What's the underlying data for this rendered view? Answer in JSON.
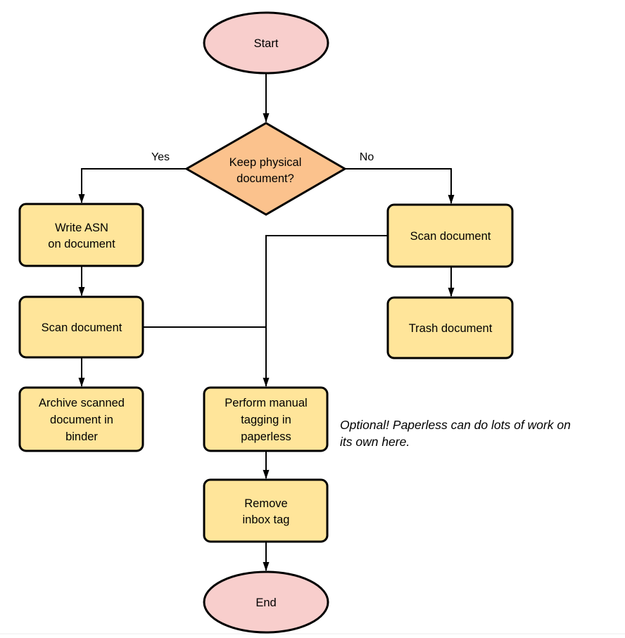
{
  "diagram": {
    "nodes": {
      "start": {
        "label": "Start"
      },
      "decision": {
        "lines": [
          "Keep physical",
          "document?"
        ]
      },
      "write_asn": {
        "lines": [
          "Write ASN",
          "on document"
        ]
      },
      "scan_left": {
        "label": "Scan document"
      },
      "archive": {
        "lines": [
          "Archive scanned",
          "document in",
          "binder"
        ]
      },
      "scan_right": {
        "label": "Scan document"
      },
      "trash": {
        "label": "Trash document"
      },
      "tagging": {
        "lines": [
          "Perform manual",
          "tagging in",
          "paperless"
        ]
      },
      "remove_inbox": {
        "lines": [
          "Remove",
          "inbox tag"
        ]
      },
      "end": {
        "label": "End"
      }
    },
    "edge_labels": {
      "yes": "Yes",
      "no": "No"
    },
    "annotation": {
      "lines": [
        "Optional! Paperless can do lots of work on",
        "its own here."
      ]
    },
    "colors": {
      "terminator_fill": "#F8CECC",
      "decision_fill": "#FBC28D",
      "process_fill": "#FFE59A",
      "stroke": "#000000",
      "text": "#000000"
    }
  }
}
